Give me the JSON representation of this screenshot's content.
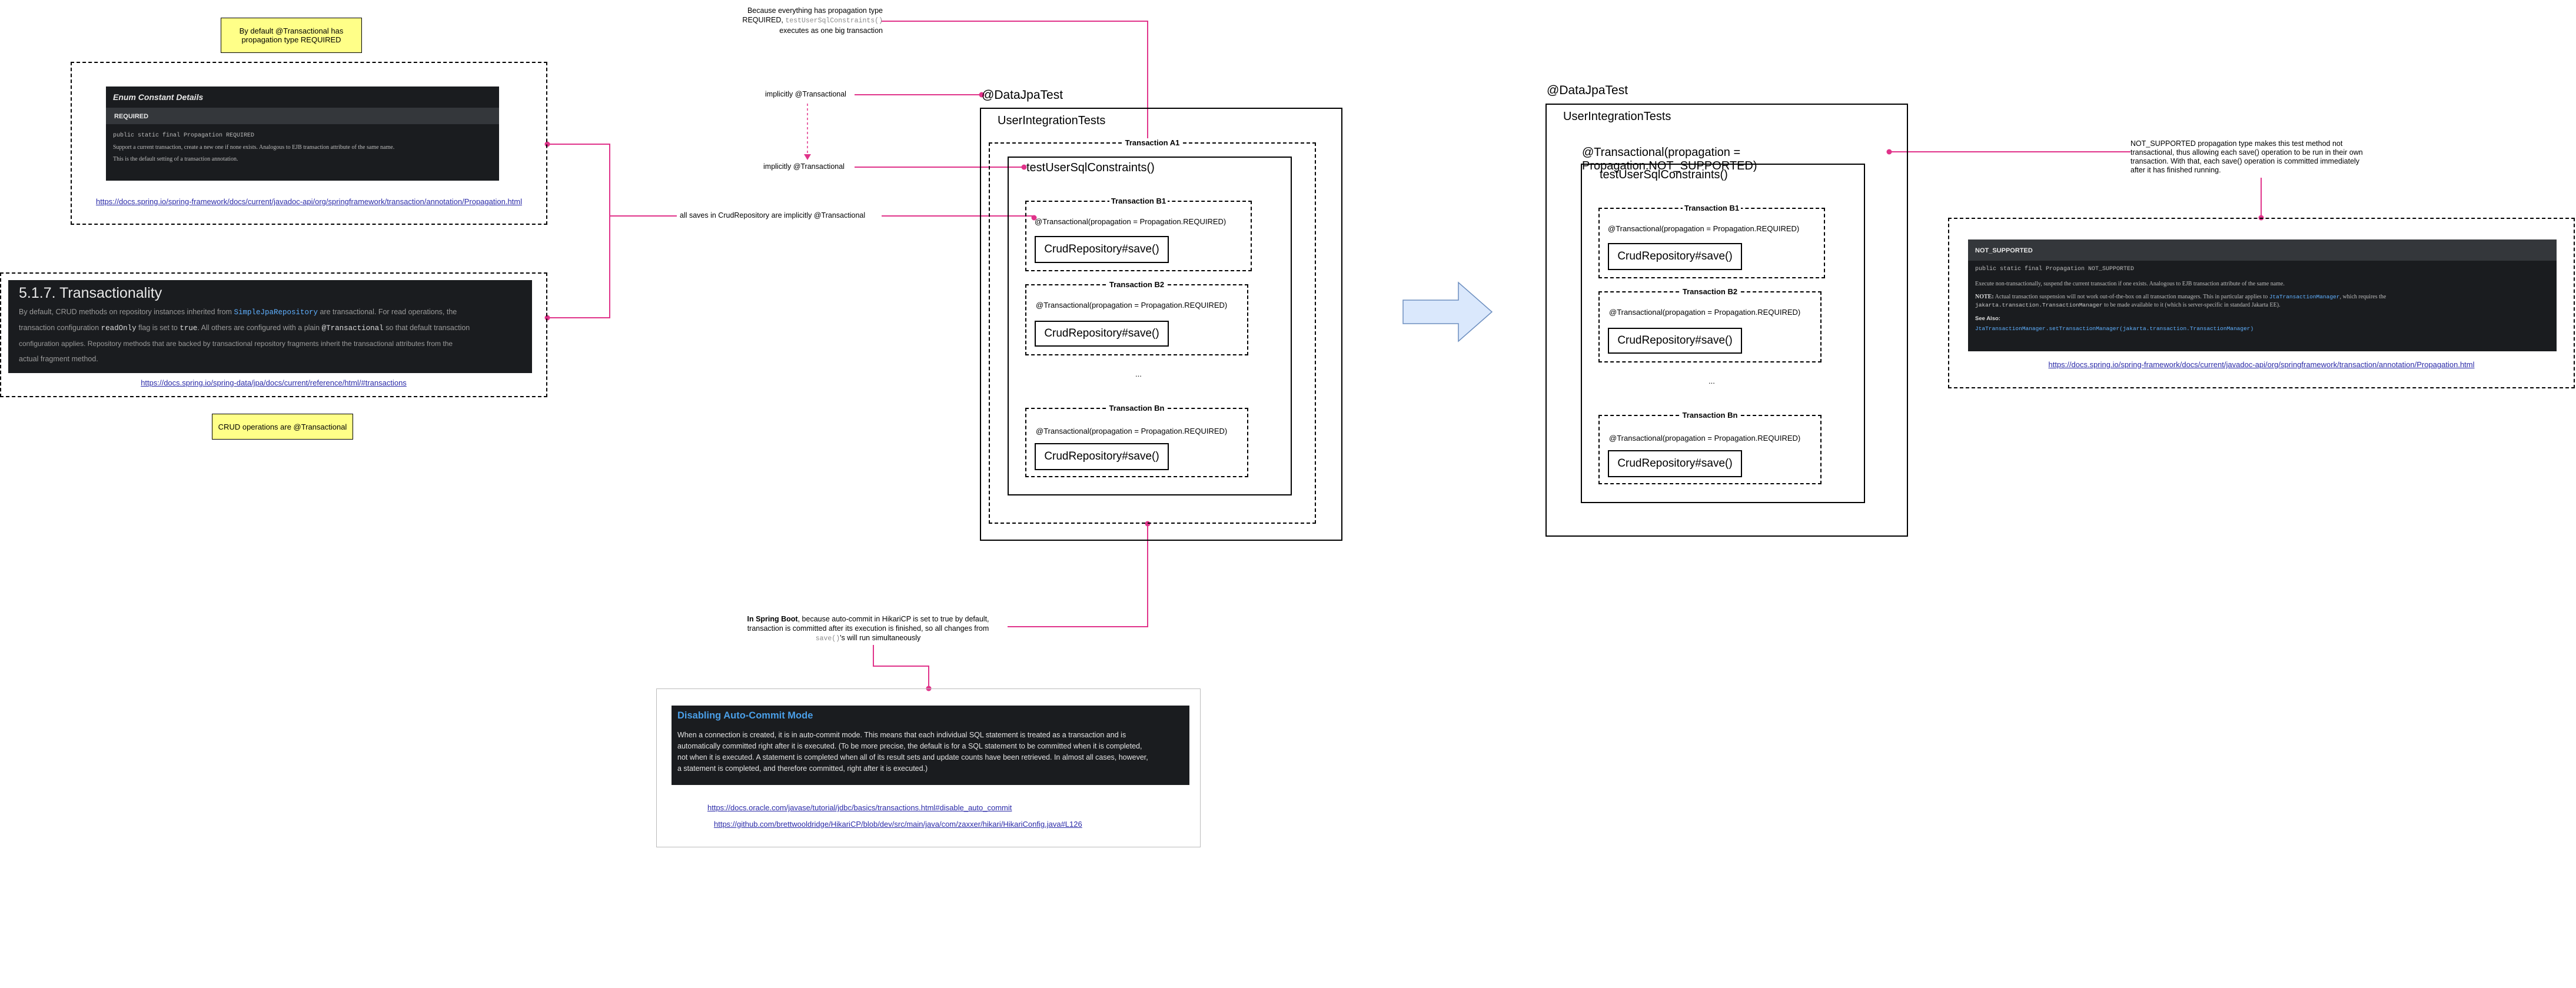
{
  "notes": {
    "default_required": "By default @Transactional has propagation type REQUIRED",
    "crud_transactional": "CRUD operations are @Transactional"
  },
  "enum_doc": {
    "heading": "Enum Constant Details",
    "constant": "REQUIRED",
    "signature": "public static final Propagation REQUIRED",
    "line1": "Support a current transaction, create a new one if none exists. Analogous to EJB transaction attribute of the same name.",
    "line2": "This is the default setting of a transaction annotation.",
    "url": "https://docs.spring.io/spring-framework/docs/current/javadoc-api/org/springframework/transaction/annotation/Propagation.html"
  },
  "spring_data_doc": {
    "heading": "5.1.7. Transactionality",
    "p1_a": "By default, CRUD methods on repository instances inherited from ",
    "p1_code": "SimpleJpaRepository",
    "p1_b": " are transactional. For read operations, the",
    "p2_a": "transaction configuration ",
    "p2_code1": "readOnly",
    "p2_b": " flag is set to ",
    "p2_code2": "true",
    "p2_c": ". All others are configured with a plain ",
    "p2_code3": "@Transactional",
    "p2_d": " so that default transaction",
    "p3": "configuration applies. Repository methods that are backed by transactional repository fragments inherit the transactional attributes from the",
    "p4": "actual fragment method.",
    "url": "https://docs.spring.io/spring-data/jpa/docs/current/reference/html/#transactions"
  },
  "annotations": {
    "big_tx_1": "Because everything has propagation type",
    "big_tx_2a": "REQUIRED, ",
    "big_tx_2code": "testUserSqlConstraints()",
    "big_tx_3": "executes as one big transaction",
    "implicitly_1": "implicitly @Transactional",
    "implicitly_2": "implicitly @Transactional",
    "all_saves": "all saves in CrudRepository are implicitly @Transactional",
    "autocommit_1a": "In Spring Boot",
    "autocommit_1b": ", because auto-commit in HikariCP is set to true by default,",
    "autocommit_2": "transaction is committed after its execution is finished, so all changes from",
    "autocommit_3code": "save()",
    "autocommit_3b": "'s will run simultaneously",
    "not_supported_1": "NOT_SUPPORTED propagation type makes this test method not",
    "not_supported_2": "transactional, thus allowing each save() operation to be run in their own",
    "not_supported_3": "transaction. With that, each save() operation is committed immediately",
    "not_supported_4": "after it has finished running."
  },
  "left_diagram": {
    "annotation": "@DataJpaTest",
    "class_name": "UserIntegrationTests",
    "outer_tx": "Transaction A1",
    "method": "testUserSqlConstraints()",
    "transactions": [
      {
        "title": "Transaction B1",
        "annotation": "@Transactional(propagation = Propagation.REQUIRED)",
        "call": "CrudRepository#save()"
      },
      {
        "title": "Transaction B2",
        "annotation": "@Transactional(propagation = Propagation.REQUIRED)",
        "call": "CrudRepository#save()"
      },
      {
        "title": "Transaction Bn",
        "annotation": "@Transactional(propagation = Propagation.REQUIRED)",
        "call": "CrudRepository#save()"
      }
    ],
    "ellipsis": "..."
  },
  "right_diagram": {
    "annotation": "@DataJpaTest",
    "class_name": "UserIntegrationTests",
    "method_annotation": "@Transactional(propagation = Propagation.NOT_SUPPORTED)",
    "method": "testUserSqlConstraints()",
    "transactions": [
      {
        "title": "Transaction B1",
        "annotation": "@Transactional(propagation = Propagation.REQUIRED)",
        "call": "CrudRepository#save()"
      },
      {
        "title": "Transaction B2",
        "annotation": "@Transactional(propagation = Propagation.REQUIRED)",
        "call": "CrudRepository#save()"
      },
      {
        "title": "Transaction Bn",
        "annotation": "@Transactional(propagation = Propagation.REQUIRED)",
        "call": "CrudRepository#save()"
      }
    ],
    "ellipsis": "..."
  },
  "autocommit_doc": {
    "heading": "Disabling Auto-Commit Mode",
    "l1": "When a connection is created, it is in auto-commit mode. This means that each individual SQL statement is treated as a transaction and is",
    "l2": "automatically committed right after it is executed. (To be more precise, the default is for a SQL statement to be committed when it is completed,",
    "l3": "not when it is executed. A statement is completed when all of its result sets and update counts have been retrieved. In almost all cases, however,",
    "l4": "a statement is completed, and therefore committed, right after it is executed.)",
    "url1": "https://docs.oracle.com/javase/tutorial/jdbc/basics/transactions.html#disable_auto_commit",
    "url2": "https://github.com/brettwooldridge/HikariCP/blob/dev/src/main/java/com/zaxxer/hikari/HikariConfig.java#L126"
  },
  "not_supported_doc": {
    "constant": "NOT_SUPPORTED",
    "signature": "public static final Propagation NOT_SUPPORTED",
    "l1": "Execute non-transactionally, suspend the current transaction if one exists. Analogous to EJB transaction attribute of the same name.",
    "note_label": "NOTE:",
    "l2": " Actual transaction suspension will not work out-of-the-box on all transaction managers. This in particular applies to ",
    "l2code": "JtaTransactionManager",
    "l2b": ", which requires the",
    "l3code": "jakarta.transaction.TransactionManager",
    "l3b": " to be made available to it (which is server-specific in standard Jakarta EE).",
    "see_also": "See Also:",
    "see_link": "JtaTransactionManager.setTransactionManager(jakarta.transaction.TransactionManager)",
    "url": "https://docs.spring.io/spring-framework/docs/current/javadoc-api/org/springframework/transaction/annotation/Propagation.html"
  },
  "colors": {
    "connector": "#e0338a",
    "note_fill": "#ffff88",
    "arrow_fill": "#dae8fc",
    "doc_dark": "#1a1c1f",
    "link": "#2a2aa8",
    "heading_blue": "#4a9fe8"
  }
}
